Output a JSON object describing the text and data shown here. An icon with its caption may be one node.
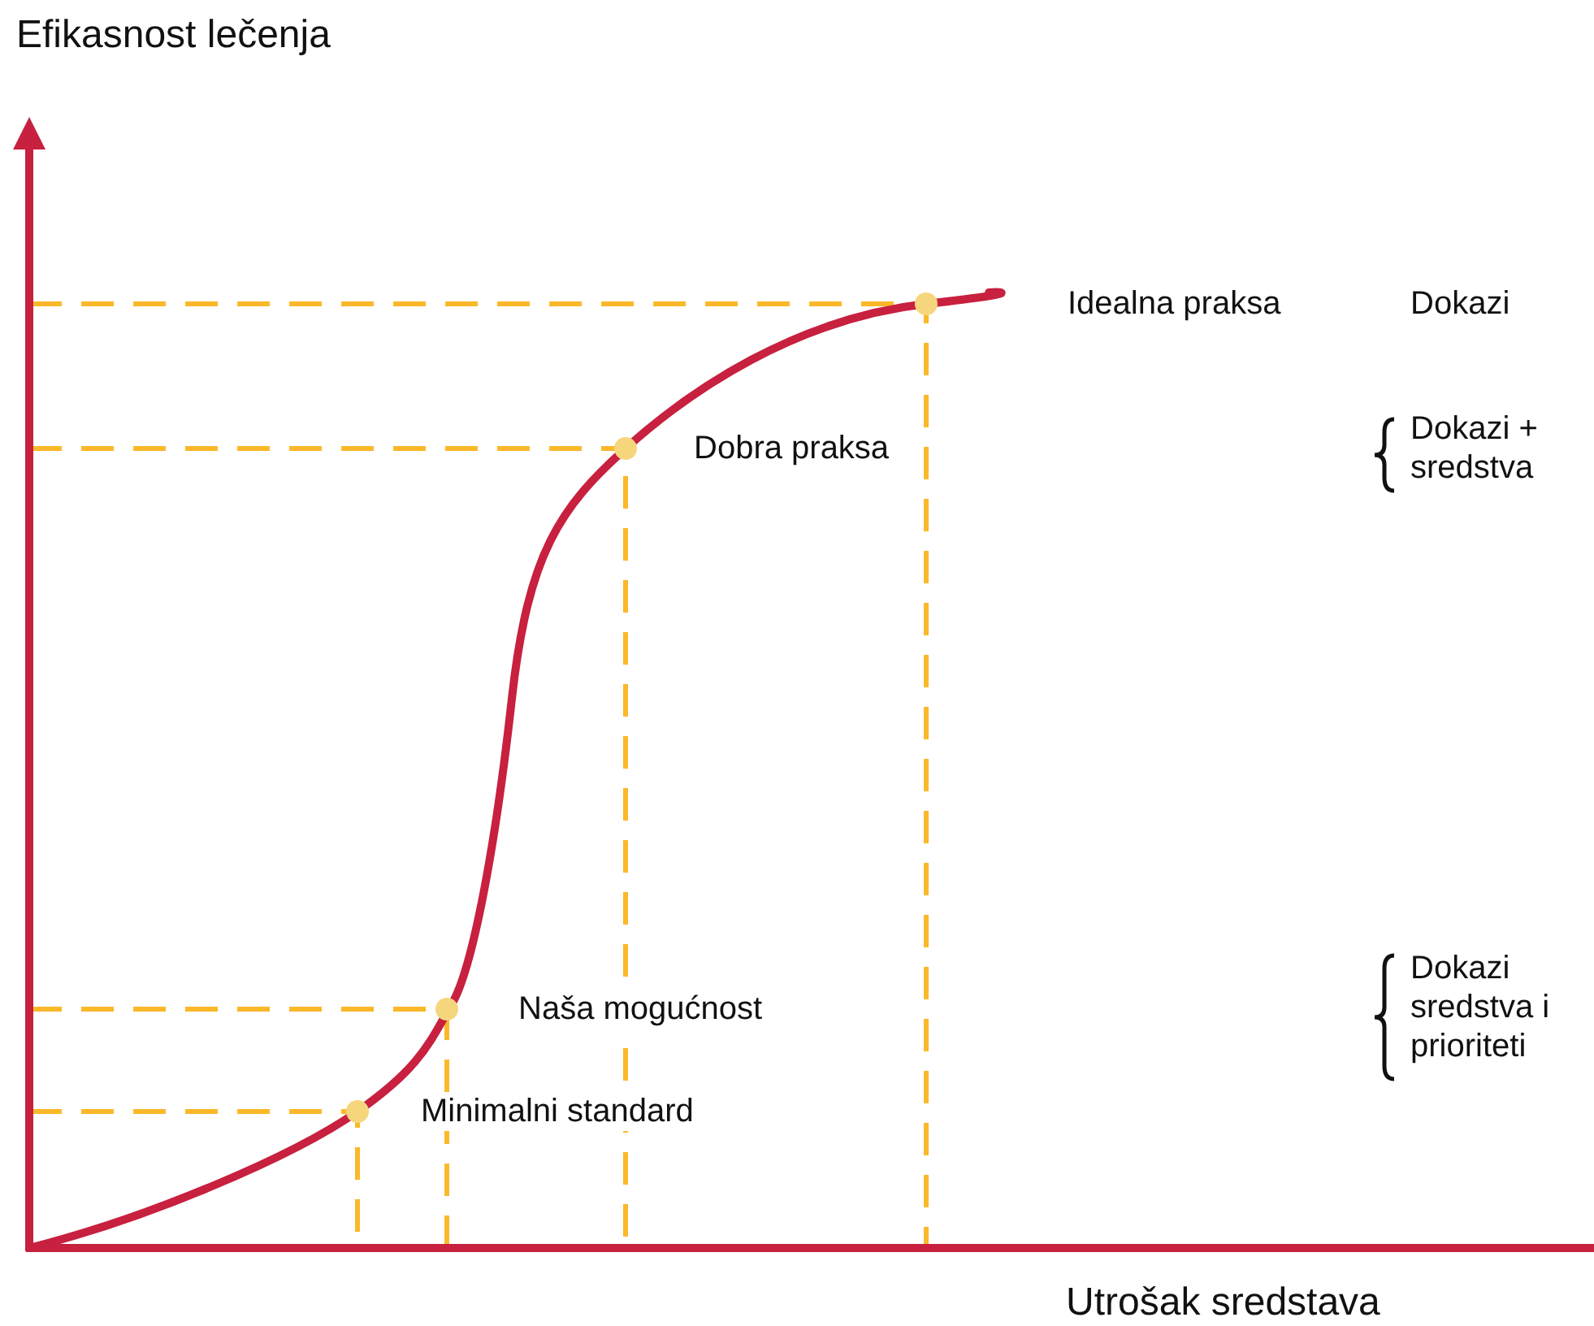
{
  "diagram": {
    "labels": [
      "Efikasnost lečenja",
      "Idealna praksa",
      "Dokazi",
      "Dobra praksa",
      "Dokazi + sredstva",
      "Naša mogućnost",
      "Dokazi sredstva i prioriteti",
      "Minimalni standard",
      "Utrošak sredstava"
    ]
  }
}
